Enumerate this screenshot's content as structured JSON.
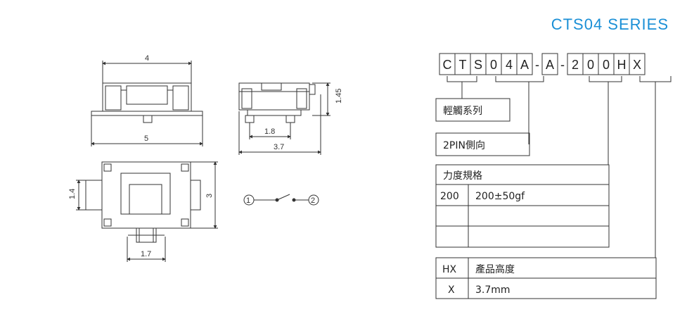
{
  "series_title": "CTS04  SERIES",
  "part_number": [
    "C",
    "T",
    "S",
    "0",
    "4",
    "A",
    "-",
    "A",
    "-",
    "2",
    "0",
    "0",
    "H",
    "X"
  ],
  "dimensions": {
    "top_width": "4",
    "base_width": "5",
    "side_height": "1.45",
    "terminal_pitch": "1.8",
    "side_length": "3.7",
    "plan_pin_width": "1.4",
    "plan_height": "3",
    "plan_actuator_width": "1.7"
  },
  "schematic": {
    "pin1": "1",
    "pin2": "2"
  },
  "spec": {
    "series_label": "輕觸系列",
    "pin_label": "2PIN側向",
    "force_header": "力度規格",
    "force_rows": [
      {
        "code": "200",
        "value": "200±50gf"
      },
      {
        "code": "",
        "value": ""
      },
      {
        "code": "",
        "value": ""
      }
    ],
    "height_header_code": "HX",
    "height_header_label": "產品高度",
    "height_rows": [
      {
        "code": "X",
        "value": "3.7mm"
      }
    ]
  }
}
